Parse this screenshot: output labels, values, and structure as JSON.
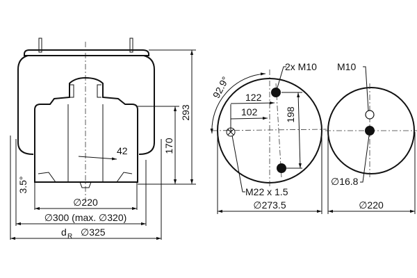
{
  "side_view": {
    "height_total": "293",
    "height_piston": "170",
    "offset": "42",
    "angle": "3.5°",
    "piston_diameter": "∅220",
    "bellows_diameter": "∅300 (max. ∅320)",
    "dr_label": "d",
    "dr_sub": "R",
    "dr_diameter": "∅325"
  },
  "top_view": {
    "studs": "2x M10",
    "dim_122": "122",
    "dim_102": "102",
    "dim_198": "198",
    "angle": "92.9°",
    "air_inlet": "M22 x 1.5",
    "diameter": "∅273.5"
  },
  "bottom_view": {
    "thread": "M10",
    "hole": "∅16.8",
    "diameter": "∅220"
  }
}
